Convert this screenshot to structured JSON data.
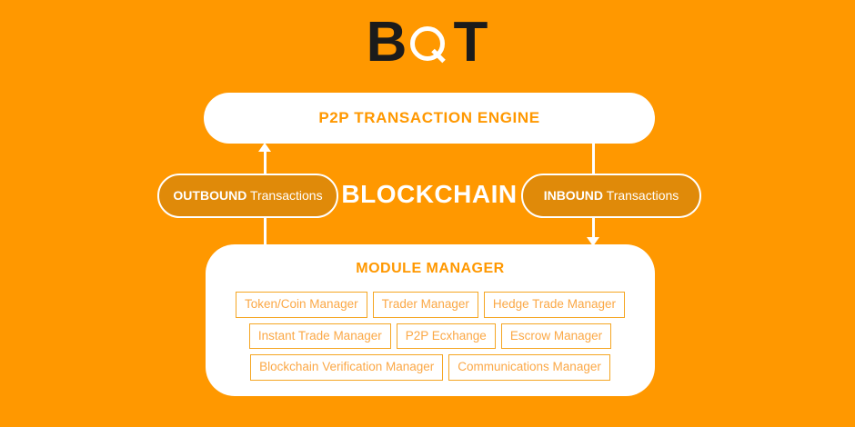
{
  "theme": {
    "background": "#FF9800",
    "panel_background": "#FFFFFF",
    "accent_orange": "#FF9800",
    "chip_border": "#F5A623",
    "chip_text": "#FBA846",
    "pill_background": "#E08A09",
    "pill_text": "#FFFFFF",
    "logo_dark": "#1B1B1B",
    "logo_light": "#FFFFFF"
  },
  "logo": {
    "letter_b": "B",
    "letter_q": "Q",
    "letter_t": "T",
    "full_text": "BQT"
  },
  "engine": {
    "title": "P2P TRANSACTION ENGINE"
  },
  "center": {
    "heading": "BLOCKCHAIN"
  },
  "flows": {
    "outbound": {
      "emphasis": "OUTBOUND",
      "suffix": " Transactions",
      "direction": "up"
    },
    "inbound": {
      "emphasis": "INBOUND",
      "suffix": " Transactions",
      "direction": "down"
    }
  },
  "module_manager": {
    "title": "MODULE MANAGER",
    "rows": [
      [
        "Token/Coin Manager",
        "Trader Manager",
        "Hedge Trade Manager"
      ],
      [
        "Instant Trade Manager",
        "P2P Ecxhange",
        "Escrow Manager"
      ],
      [
        "Blockchain Verification Manager",
        "Communications Manager"
      ]
    ]
  }
}
